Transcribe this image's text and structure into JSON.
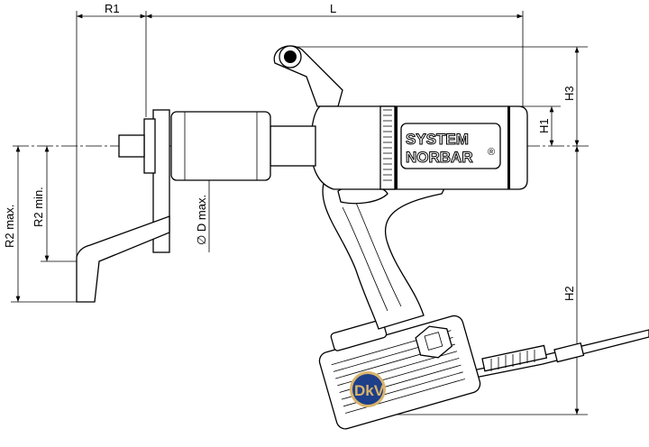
{
  "dimensions": {
    "r1": "R1",
    "l": "L",
    "h3": "H3",
    "h1": "H1",
    "h2": "H2",
    "r2_max": "R2 max.",
    "r2_min": "R2 min.",
    "d_max": "∅ D max."
  },
  "brand": {
    "line1": "SYSTEM",
    "line2": "NORBAR",
    "registered": "®"
  },
  "watermark": {
    "text": "DkV",
    "color": "#1e3f8a",
    "accent": "#d9b46a"
  }
}
